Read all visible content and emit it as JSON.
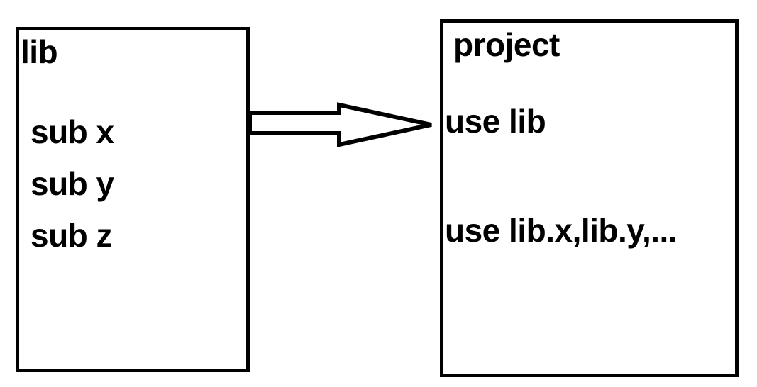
{
  "diagram": {
    "type": "block-diagram",
    "background_color": "#ffffff",
    "stroke_color": "#000000",
    "boxes": [
      {
        "id": "lib",
        "title": "lib",
        "members": [
          "sub x",
          "sub y",
          "sub z"
        ]
      },
      {
        "id": "project",
        "title": "project",
        "statements": [
          "use lib",
          "use lib.x,lib.y,..."
        ]
      }
    ],
    "connector": {
      "kind": "block-arrow",
      "direction": "right",
      "from": "lib",
      "to": "project",
      "fill": "#ffffff",
      "stroke": "#000000"
    }
  },
  "lib_box": {
    "title": "lib",
    "sub_x": "sub x",
    "sub_y": "sub y",
    "sub_z": "sub z"
  },
  "project_box": {
    "title": "project",
    "use_lib": "use lib",
    "use_members": "use lib.x,lib.y,..."
  }
}
